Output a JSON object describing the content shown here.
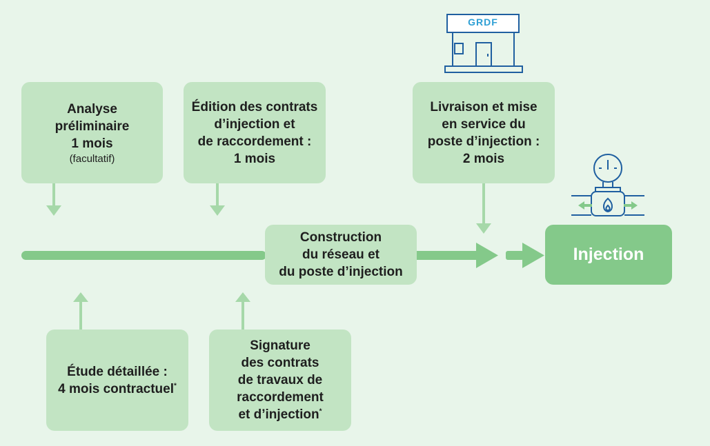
{
  "boxes": {
    "analyse": {
      "lines": [
        "Analyse",
        "préliminaire",
        "1 mois"
      ],
      "note": "(facultatif)"
    },
    "edition": {
      "lines": [
        "Édition des contrats",
        "d’injection et",
        "de raccordement :",
        "1 mois"
      ]
    },
    "livraison": {
      "lines": [
        "Livraison et mise",
        "en service du",
        "poste d’injection :",
        "2 mois"
      ]
    },
    "construction": {
      "lines": [
        "Construction",
        "du réseau et",
        "du poste d’injection"
      ]
    },
    "etude": {
      "lines": [
        "Étude détaillée :",
        "4 mois contractuel"
      ],
      "asterisk": "*"
    },
    "signature": {
      "lines": [
        "Signature",
        "des contrats",
        "de travaux de",
        "raccordement",
        "et d’injection"
      ],
      "asterisk": "*"
    },
    "injection": {
      "label": "Injection"
    }
  },
  "logo": {
    "text": "GRDF"
  },
  "colors": {
    "background": "#e8f5ea",
    "box": "#c2e4c3",
    "arrow": "#84c98a",
    "injection": "#84c98a",
    "icon": "#1f5fa0"
  },
  "icons": [
    "grdf-building-icon",
    "gas-meter-icon"
  ]
}
